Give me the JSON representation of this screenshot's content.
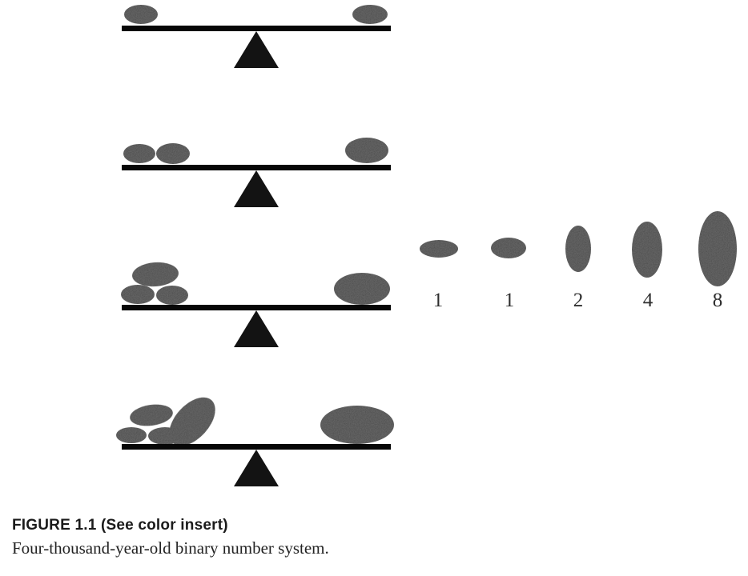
{
  "figure": {
    "caption": {
      "title": "FIGURE 1.1 (See color insert)",
      "subtitle": "Four-thousand-year-old binary number system."
    },
    "legend": {
      "items": [
        {
          "label": "1"
        },
        {
          "label": "1"
        },
        {
          "label": "2"
        },
        {
          "label": "4"
        },
        {
          "label": "8"
        }
      ]
    },
    "balances": [
      {
        "left_pile_values": [
          1
        ],
        "right_pile_values": [
          1
        ]
      },
      {
        "left_pile_values": [
          1,
          1
        ],
        "right_pile_values": [
          2
        ]
      },
      {
        "left_pile_values": [
          1,
          1,
          2
        ],
        "right_pile_values": [
          4
        ]
      },
      {
        "left_pile_values": [
          1,
          1,
          2,
          4
        ],
        "right_pile_values": [
          8
        ]
      }
    ],
    "colors": {
      "background": "#ffffff",
      "stone": "#404040",
      "stone_speckle": "#909090",
      "beam": "#070707",
      "fulcrum": "#131313",
      "label": "#2e2e2e"
    }
  }
}
